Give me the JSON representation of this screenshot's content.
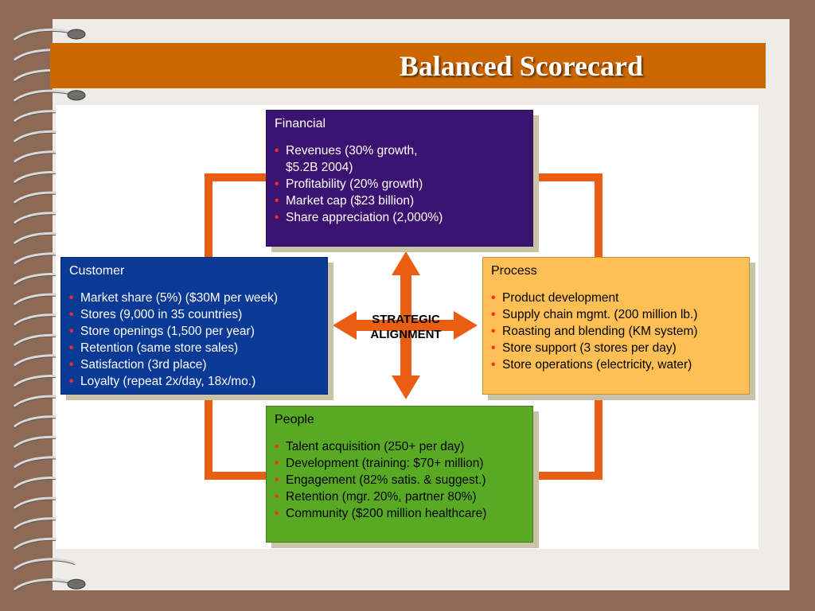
{
  "title": "Balanced Scorecard",
  "center": {
    "line1": "STRATEGIC",
    "line2": "ALIGNMENT"
  },
  "boxes": {
    "financial": {
      "heading": "Financial",
      "items": [
        "Revenues (30% growth,\n$5.2B 2004)",
        "Profitability (20% growth)",
        "Market cap ($23 billion)",
        "Share appreciation (2,000%)"
      ]
    },
    "customer": {
      "heading": "Customer",
      "items": [
        "Market share (5%) ($30M per week)",
        "Stores (9,000 in 35 countries)",
        "Store openings (1,500 per year)",
        "Retention  (same store sales)",
        "Satisfaction (3rd place)",
        "Loyalty (repeat 2x/day, 18x/mo.)"
      ]
    },
    "process": {
      "heading": "Process",
      "items": [
        "Product development",
        "Supply chain mgmt. (200 million lb.)",
        "Roasting and blending (KM system)",
        "Store support (3 stores per day)",
        "Store operations (electricity, water)"
      ]
    },
    "people": {
      "heading": "People",
      "items": [
        "Talent acquisition (250+ per day)",
        "Development (training: $70+ million)",
        "Engagement (82% satis. & suggest.)",
        "Retention (mgr. 20%, partner 80%)",
        "Community ($200 million healthcare)"
      ]
    }
  },
  "colors": {
    "title_bar": "#cc6600",
    "financial": "#3a1470",
    "customer": "#0a3a96",
    "process": "#fec055",
    "people": "#58aa24",
    "connector": "#ea5e14",
    "bullet": "#ff2a2a"
  }
}
